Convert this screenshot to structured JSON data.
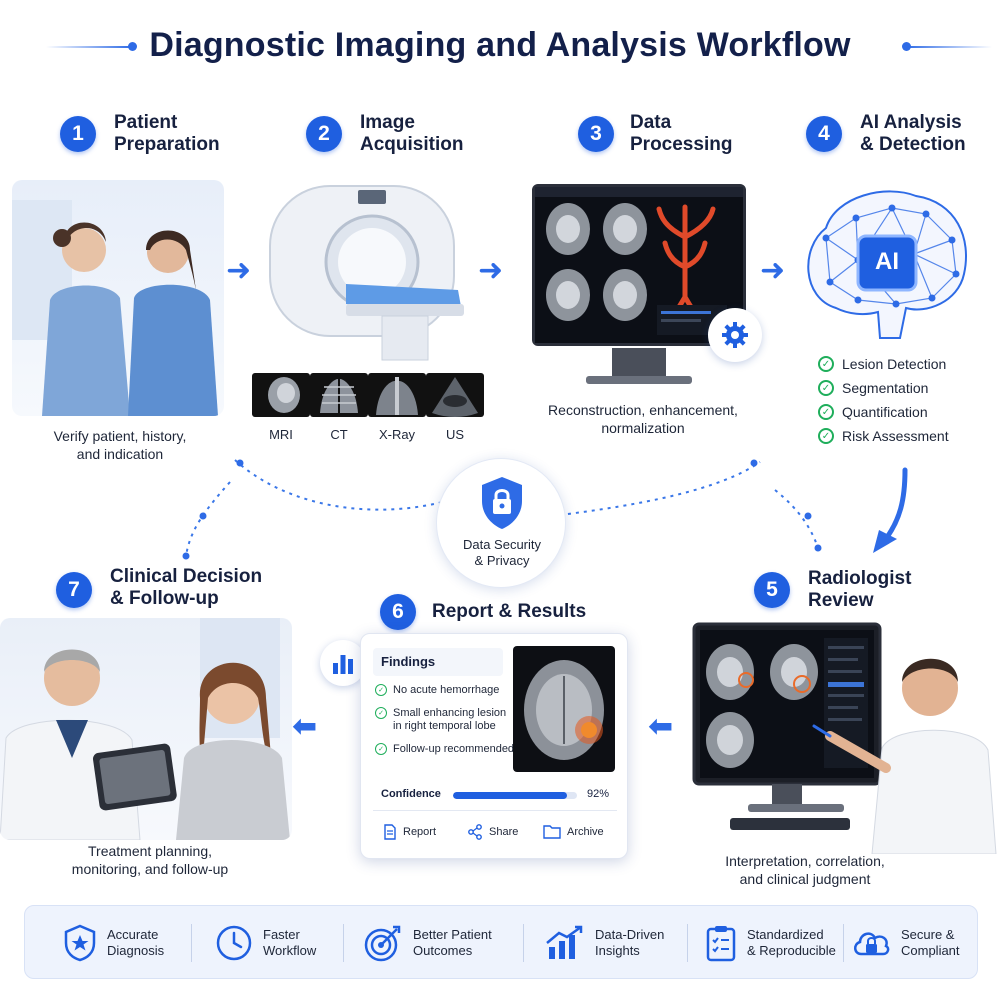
{
  "title": "Diagnostic Imaging and Analysis Workflow",
  "steps": [
    {
      "num": "1",
      "title": "Patient\nPreparation",
      "caption": "Verify patient, history,\nand indication"
    },
    {
      "num": "2",
      "title": "Image\nAcquisition",
      "modalities": [
        "MRI",
        "CT",
        "X-Ray",
        "US"
      ]
    },
    {
      "num": "3",
      "title": "Data\nProcessing",
      "caption": "Reconstruction, enhancement,\nnormalization"
    },
    {
      "num": "4",
      "title": "AI Analysis\n& Detection",
      "badge": "AI",
      "checks": [
        "Lesion Detection",
        "Segmentation",
        "Quantification",
        "Risk Assessment"
      ]
    },
    {
      "num": "5",
      "title": "Radiologist\nReview",
      "caption": "Interpretation, correlation,\nand clinical judgment"
    },
    {
      "num": "6",
      "title": "Report & Results"
    },
    {
      "num": "7",
      "title": "Clinical Decision\n& Follow-up",
      "caption": "Treatment planning,\nmonitoring, and follow-up"
    }
  ],
  "security": {
    "label": "Data Security\n& Privacy"
  },
  "report": {
    "findings_title": "Findings",
    "findings": [
      "No acute hemorrhage",
      "Small enhancing lesion\nin right temporal lobe",
      "Follow-up recommended"
    ],
    "confidence_label": "Confidence",
    "confidence_value": "92%",
    "confidence": 0.92,
    "actions": [
      "Report",
      "Share",
      "Archive"
    ]
  },
  "benefits": [
    {
      "icon": "shield-star-icon",
      "label": "Accurate\nDiagnosis"
    },
    {
      "icon": "clock-icon",
      "label": "Faster\nWorkflow"
    },
    {
      "icon": "target-icon",
      "label": "Better Patient\nOutcomes"
    },
    {
      "icon": "chart-growth-icon",
      "label": "Data-Driven\nInsights"
    },
    {
      "icon": "checklist-icon",
      "label": "Standardized\n& Reproducible"
    },
    {
      "icon": "cloud-lock-icon",
      "label": "Secure &\nCompliant"
    }
  ],
  "colors": {
    "accent": "#1f5fe0",
    "check": "#1fae5b",
    "title": "#13204a"
  }
}
